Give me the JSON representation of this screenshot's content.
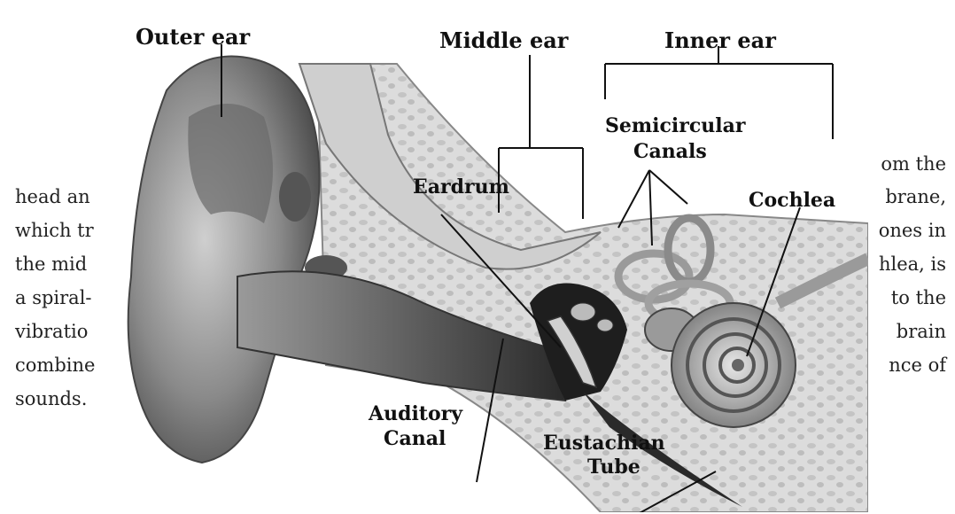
{
  "text": {
    "line1_right": "om the",
    "line2_left": "head an",
    "line2_right": "brane,",
    "line3_left": "which tr",
    "line3_right": "ones in",
    "line4_left": "the mid",
    "line4_right": "hlea, is",
    "line5_left": "a spiral-",
    "line5_right": "to the",
    "line6_left": "vibratio",
    "line6_right": "brain",
    "line7_left": "combine",
    "line7_right": "nce of",
    "line8": "sounds."
  },
  "figure": {
    "labels": {
      "outer_ear": "Outer ear",
      "middle_ear": "Middle ear",
      "inner_ear": "Inner ear",
      "semicircular": "Semicircular",
      "canals": "Canals",
      "eardrum": "Eardrum",
      "cochlea": "Cochlea",
      "auditory": "Auditory",
      "canal": "Canal",
      "eustachian": "Eustachian",
      "tube": "Tube"
    }
  },
  "colors": {
    "watermark": "#4aa8e0"
  }
}
